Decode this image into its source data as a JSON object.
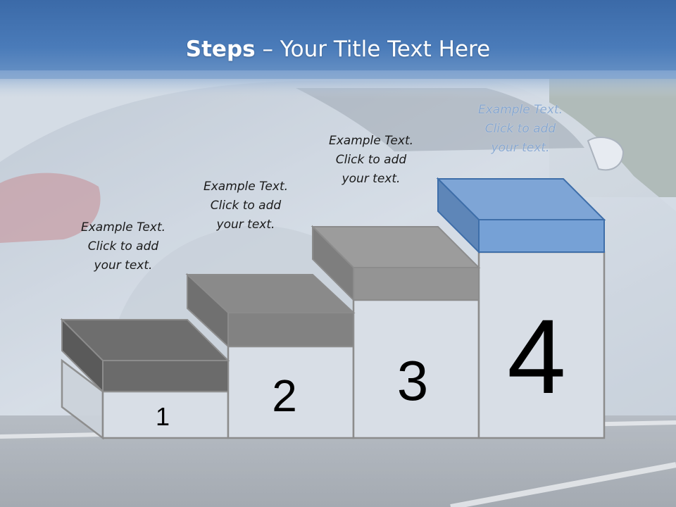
{
  "slide": {
    "title_bold": "Steps",
    "title_rest": " – Your Title Text Here",
    "accent_color": "#6f99cf",
    "header_color": "#3d6fae"
  },
  "steps": [
    {
      "number": "1",
      "line1": "Example Text.",
      "line2": "Click  to add",
      "line3": "your text."
    },
    {
      "number": "2",
      "line1": "Example Text.",
      "line2": "Click  to add",
      "line3": "your text."
    },
    {
      "number": "3",
      "line1": "Example Text.",
      "line2": "Click  to add",
      "line3": "your text."
    },
    {
      "number": "4",
      "line1": "Example Text.",
      "line2": "Click  to add",
      "line3": "your text."
    }
  ]
}
